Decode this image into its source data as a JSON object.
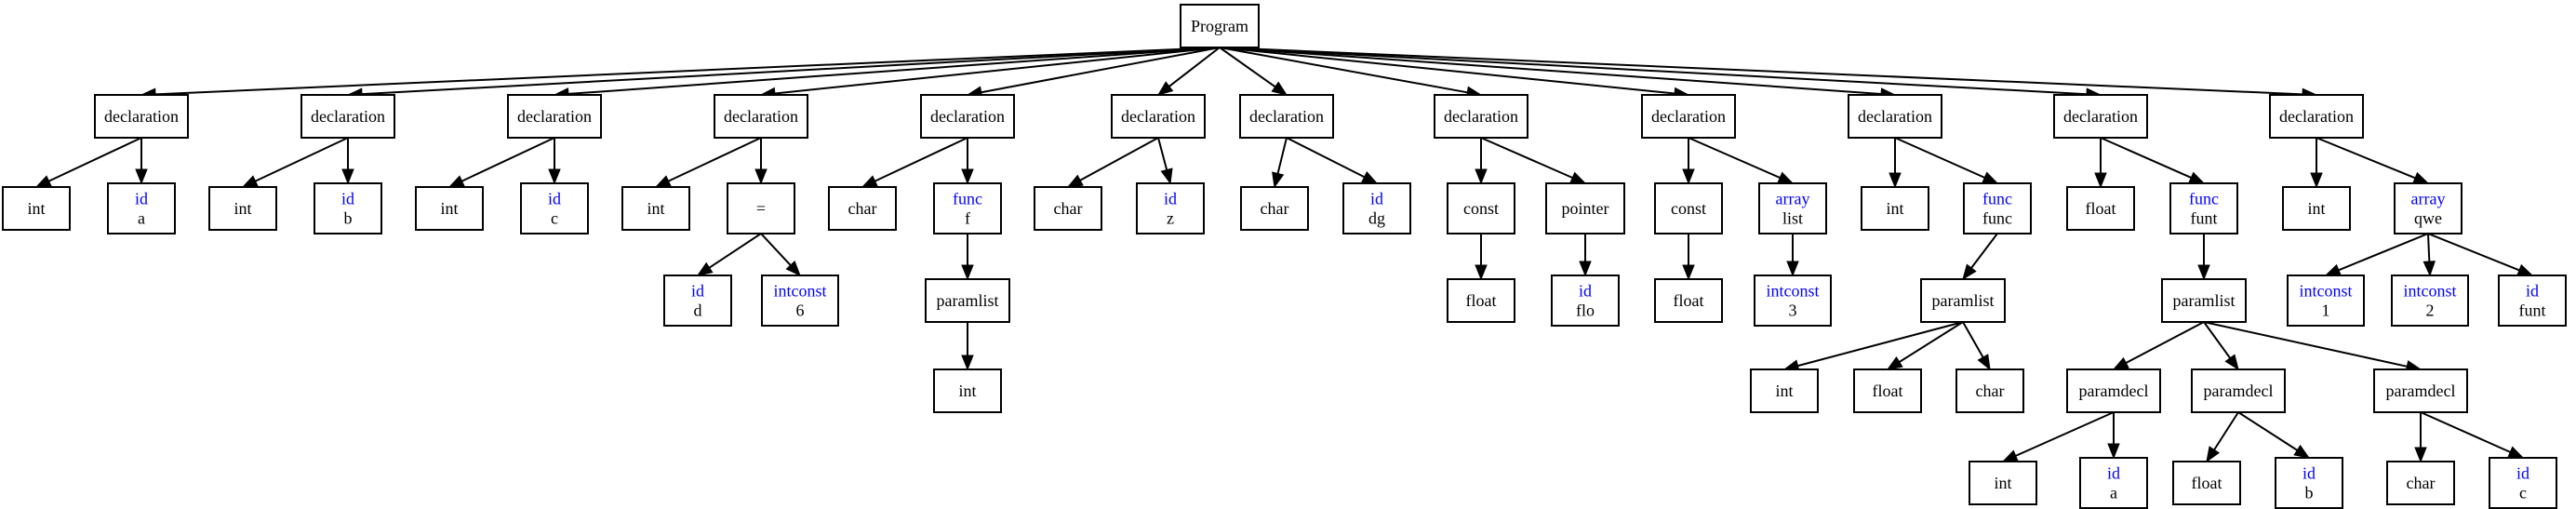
{
  "colors": {
    "kind": "#0000ff",
    "text": "#000000",
    "stroke": "#000000",
    "background": "#ffffff"
  },
  "tree": {
    "id": "program",
    "lines": [
      "Program"
    ],
    "children": [
      {
        "id": "decl-1",
        "lines": [
          "declaration"
        ],
        "children": [
          {
            "id": "decl-1-type",
            "lines": [
              "int"
            ]
          },
          {
            "id": "decl-1-id",
            "kind": "id",
            "lines": [
              "a"
            ]
          }
        ]
      },
      {
        "id": "decl-2",
        "lines": [
          "declaration"
        ],
        "children": [
          {
            "id": "decl-2-type",
            "lines": [
              "int"
            ]
          },
          {
            "id": "decl-2-id",
            "kind": "id",
            "lines": [
              "b"
            ]
          }
        ]
      },
      {
        "id": "decl-3",
        "lines": [
          "declaration"
        ],
        "children": [
          {
            "id": "decl-3-type",
            "lines": [
              "int"
            ]
          },
          {
            "id": "decl-3-id",
            "kind": "id",
            "lines": [
              "c"
            ]
          }
        ]
      },
      {
        "id": "decl-4",
        "lines": [
          "declaration"
        ],
        "children": [
          {
            "id": "decl-4-type",
            "lines": [
              "int"
            ]
          },
          {
            "id": "decl-4-assign",
            "lines": [
              "="
            ],
            "children": [
              {
                "id": "decl-4-id",
                "kind": "id",
                "lines": [
                  "d"
                ]
              },
              {
                "id": "decl-4-const",
                "kind": "intconst",
                "lines": [
                  "6"
                ]
              }
            ]
          }
        ]
      },
      {
        "id": "decl-5",
        "lines": [
          "declaration"
        ],
        "children": [
          {
            "id": "decl-5-type",
            "lines": [
              "char"
            ]
          },
          {
            "id": "decl-5-func",
            "kind": "func",
            "lines": [
              "f"
            ],
            "children": [
              {
                "id": "decl-5-paramlist",
                "lines": [
                  "paramlist"
                ],
                "children": [
                  {
                    "id": "decl-5-param-int",
                    "lines": [
                      "int"
                    ]
                  }
                ]
              }
            ]
          }
        ]
      },
      {
        "id": "decl-6",
        "lines": [
          "declaration"
        ],
        "children": [
          {
            "id": "decl-6-type",
            "lines": [
              "char"
            ]
          },
          {
            "id": "decl-6-id",
            "kind": "id",
            "lines": [
              "z"
            ]
          }
        ]
      },
      {
        "id": "decl-7",
        "lines": [
          "declaration"
        ],
        "children": [
          {
            "id": "decl-7-type",
            "lines": [
              "char"
            ]
          },
          {
            "id": "decl-7-id",
            "kind": "id",
            "lines": [
              "dg"
            ]
          }
        ]
      },
      {
        "id": "decl-8",
        "lines": [
          "declaration"
        ],
        "children": [
          {
            "id": "decl-8-const",
            "lines": [
              "const"
            ],
            "children": [
              {
                "id": "decl-8-float",
                "lines": [
                  "float"
                ]
              }
            ]
          },
          {
            "id": "decl-8-pointer",
            "lines": [
              "pointer"
            ],
            "children": [
              {
                "id": "decl-8-id",
                "kind": "id",
                "lines": [
                  "flo"
                ]
              }
            ]
          }
        ]
      },
      {
        "id": "decl-9",
        "lines": [
          "declaration"
        ],
        "children": [
          {
            "id": "decl-9-const",
            "lines": [
              "const"
            ],
            "children": [
              {
                "id": "decl-9-float",
                "lines": [
                  "float"
                ]
              }
            ]
          },
          {
            "id": "decl-9-array",
            "kind": "array",
            "lines": [
              "list"
            ],
            "children": [
              {
                "id": "decl-9-size",
                "kind": "intconst",
                "lines": [
                  "3"
                ]
              }
            ]
          }
        ]
      },
      {
        "id": "decl-10",
        "lines": [
          "declaration"
        ],
        "children": [
          {
            "id": "decl-10-type",
            "lines": [
              "int"
            ]
          },
          {
            "id": "decl-10-func",
            "kind": "func",
            "lines": [
              "func"
            ],
            "children": [
              {
                "id": "decl-10-paramlist",
                "lines": [
                  "paramlist"
                ],
                "children": [
                  {
                    "id": "decl-10-param-int",
                    "lines": [
                      "int"
                    ]
                  },
                  {
                    "id": "decl-10-param-float",
                    "lines": [
                      "float"
                    ]
                  },
                  {
                    "id": "decl-10-param-char",
                    "lines": [
                      "char"
                    ]
                  }
                ]
              }
            ]
          }
        ]
      },
      {
        "id": "decl-11",
        "lines": [
          "declaration"
        ],
        "children": [
          {
            "id": "decl-11-type",
            "lines": [
              "float"
            ]
          },
          {
            "id": "decl-11-func",
            "kind": "func",
            "lines": [
              "funt"
            ],
            "children": [
              {
                "id": "decl-11-paramlist",
                "lines": [
                  "paramlist"
                ],
                "children": [
                  {
                    "id": "decl-11-pd1",
                    "lines": [
                      "paramdecl"
                    ],
                    "children": [
                      {
                        "id": "decl-11-pd1-type",
                        "lines": [
                          "int"
                        ]
                      },
                      {
                        "id": "decl-11-pd1-id",
                        "kind": "id",
                        "lines": [
                          "a"
                        ]
                      }
                    ]
                  },
                  {
                    "id": "decl-11-pd2",
                    "lines": [
                      "paramdecl"
                    ],
                    "children": [
                      {
                        "id": "decl-11-pd2-type",
                        "lines": [
                          "float"
                        ]
                      },
                      {
                        "id": "decl-11-pd2-id",
                        "kind": "id",
                        "lines": [
                          "b"
                        ]
                      }
                    ]
                  },
                  {
                    "id": "decl-11-pd3",
                    "lines": [
                      "paramdecl"
                    ],
                    "children": [
                      {
                        "id": "decl-11-pd3-type",
                        "lines": [
                          "char"
                        ]
                      },
                      {
                        "id": "decl-11-pd3-id",
                        "kind": "id",
                        "lines": [
                          "c"
                        ]
                      }
                    ]
                  }
                ]
              }
            ]
          }
        ]
      },
      {
        "id": "decl-12",
        "lines": [
          "declaration"
        ],
        "children": [
          {
            "id": "decl-12-type",
            "lines": [
              "int"
            ]
          },
          {
            "id": "decl-12-array",
            "kind": "array",
            "lines": [
              "qwe"
            ],
            "children": [
              {
                "id": "decl-12-dim1",
                "kind": "intconst",
                "lines": [
                  "1"
                ]
              },
              {
                "id": "decl-12-dim2",
                "kind": "intconst",
                "lines": [
                  "2"
                ]
              },
              {
                "id": "decl-12-id",
                "kind": "id",
                "lines": [
                  "funt"
                ]
              }
            ]
          }
        ]
      }
    ]
  }
}
